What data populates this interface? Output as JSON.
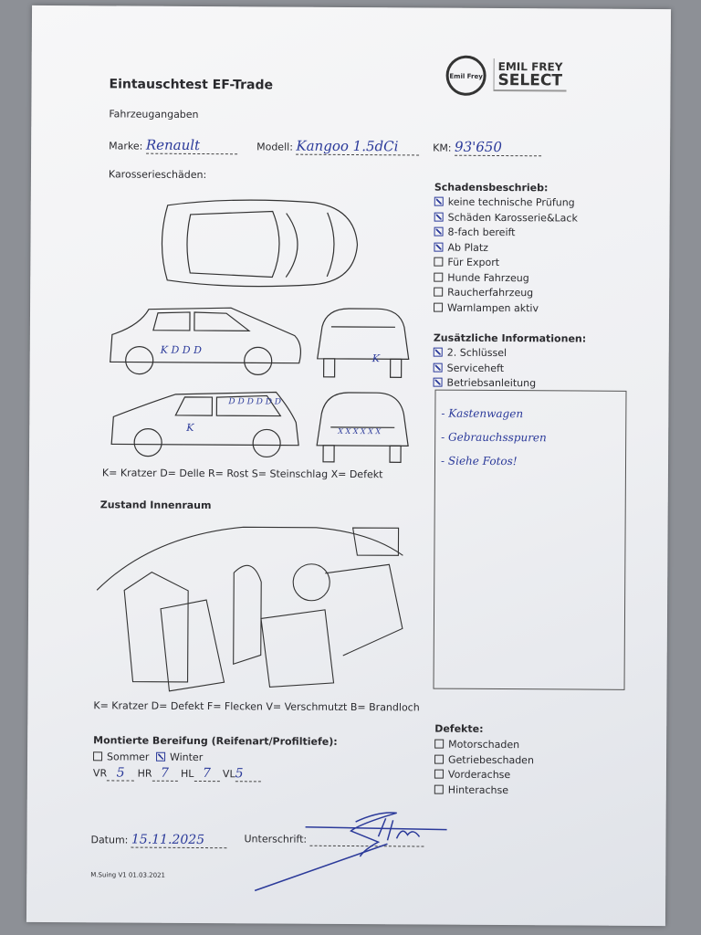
{
  "header": {
    "title": "Eintauschtest EF-Trade",
    "logo_badge": "Emil Frey",
    "logo_line1": "EMIL FREY",
    "logo_line2": "SELECT"
  },
  "vehicle": {
    "section": "Fahrzeugangaben",
    "brand_label": "Marke:",
    "brand_value": "Renault",
    "model_label": "Modell:",
    "model_value": "Kangoo 1.5dCi",
    "km_label": "KM:",
    "km_value": "93'650"
  },
  "body_damage": {
    "section": "Karosserieschäden:",
    "marks": [
      "K D D D",
      "K",
      "D D D D D D",
      "K",
      "X X X X X X"
    ],
    "legend": "K= Kratzer D= Delle R= Rost S= Steinschlag X= Defekt"
  },
  "damage_description": {
    "section": "Schadensbeschrieb:",
    "items": [
      {
        "label": "keine technische Prüfung",
        "checked": true
      },
      {
        "label": "Schäden Karosserie&Lack",
        "checked": true
      },
      {
        "label": "8-fach bereift",
        "checked": true
      },
      {
        "label": "Ab Platz",
        "checked": true
      },
      {
        "label": "Für Export",
        "checked": false
      },
      {
        "label": "Hunde Fahrzeug",
        "checked": false
      },
      {
        "label": "Raucherfahrzeug",
        "checked": false
      },
      {
        "label": "Warnlampen aktiv",
        "checked": false
      }
    ]
  },
  "additional_info": {
    "section": "Zusätzliche Informationen:",
    "items": [
      {
        "label": "2. Schlüssel",
        "checked": true
      },
      {
        "label": "Serviceheft",
        "checked": true
      },
      {
        "label": "Betriebsanleitung",
        "checked": true
      }
    ],
    "notes": [
      "- Kastenwagen",
      "- Gebrauchsspuren",
      "- Siehe Fotos!"
    ]
  },
  "interior": {
    "section": "Zustand Innenraum",
    "legend": "K= Kratzer D= Defekt F= Flecken V= Verschmutzt B= Brandloch"
  },
  "tires": {
    "section": "Montierte Bereifung (Reifenart/Profiltiefe):",
    "summer_label": "Sommer",
    "summer_checked": false,
    "winter_label": "Winter",
    "winter_checked": true,
    "vr_label": "VR",
    "vr_value": "5",
    "hr_label": "HR",
    "hr_value": "7",
    "hl_label": "HL",
    "hl_value": "7",
    "vl_label": "VL",
    "vl_value": "5"
  },
  "defects": {
    "section": "Defekte:",
    "items": [
      {
        "label": "Motorschaden",
        "checked": false
      },
      {
        "label": "Getriebeschaden",
        "checked": false
      },
      {
        "label": "Vorderachse",
        "checked": false
      },
      {
        "label": "Hinterachse",
        "checked": false
      }
    ]
  },
  "footer": {
    "date_label": "Datum:",
    "date_value": "15.11.2025",
    "signature_label": "Unterschrift:",
    "version": "M.Suing V1 01.03.2021"
  },
  "colors": {
    "ink": "#2b3a9a",
    "text": "#2a2a2e",
    "paper": "#f2f3f5"
  }
}
